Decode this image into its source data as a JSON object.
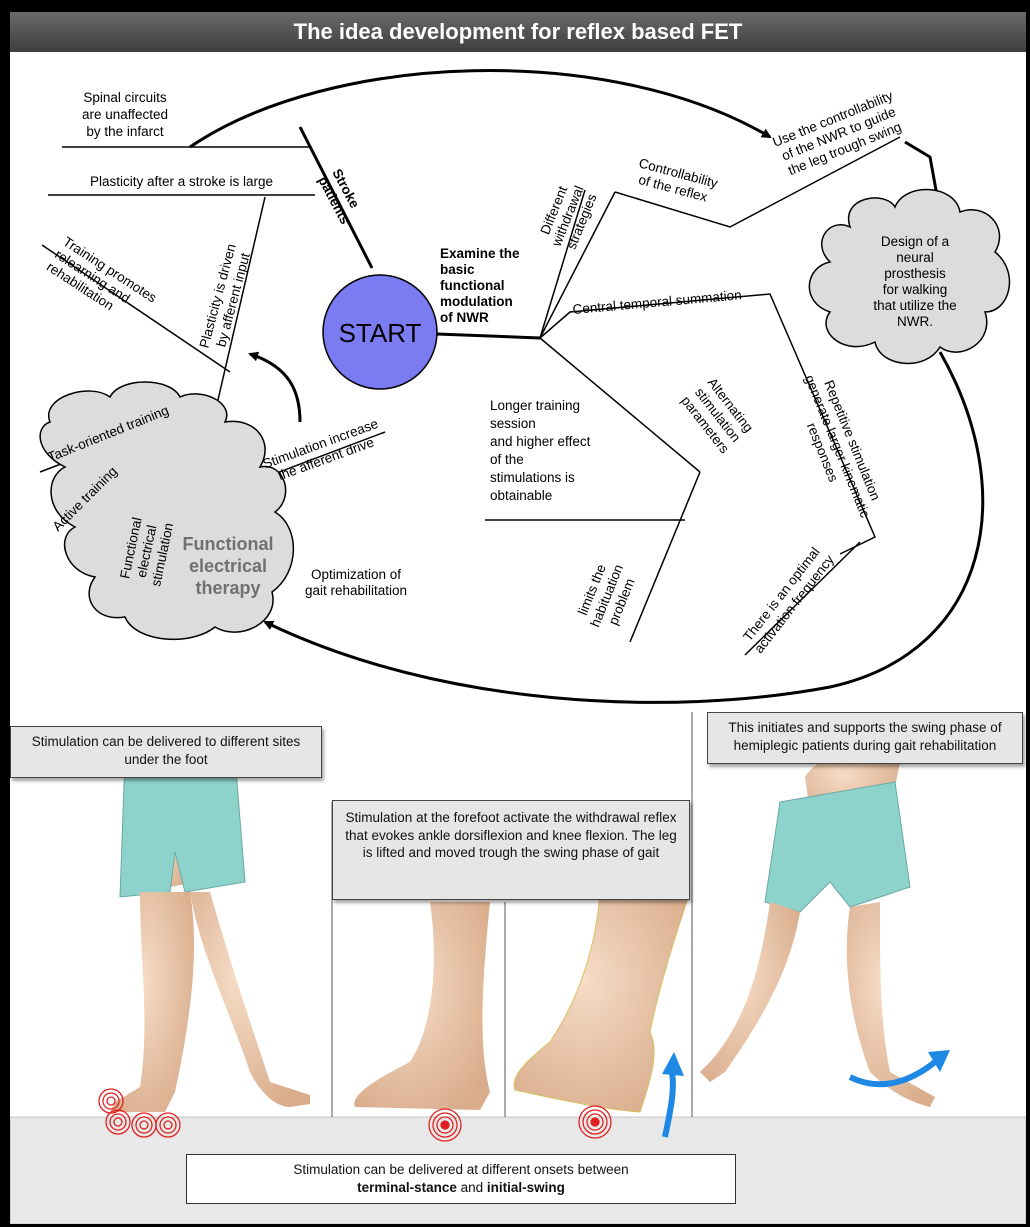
{
  "title": "The idea development for reflex based FET",
  "start": "START",
  "labels": {
    "spinal": [
      "Spinal circuits",
      "are unaffected",
      "by the infarct"
    ],
    "plasticity_large": "Plasticity after a stroke is large",
    "stroke": [
      "Stroke",
      "patients"
    ],
    "training": [
      "Training promotes",
      "relearning and",
      "rehabilitation"
    ],
    "plasticity_driven": [
      "Plasticity is driven",
      "by afferent input"
    ],
    "examine": [
      "Examine the",
      "basic",
      "functional",
      "modulation",
      "of NWR"
    ],
    "different": [
      "Different",
      "withdrawal",
      "strategies"
    ],
    "controllability": [
      "Controllability",
      "of the reflex"
    ],
    "use_ctrl": [
      "Use the controllability",
      "of the NWR to guide",
      "the leg trough swing"
    ],
    "design": [
      "Design of a",
      "neural",
      "prosthesis",
      "for walking",
      "that utilize the",
      "NWR."
    ],
    "central": "Central temporal summation",
    "repetitive": [
      "Repetitive stimulation",
      "generate larger kinematic",
      "responses"
    ],
    "optimal": [
      "There is an optimal",
      "activation frequency"
    ],
    "alternating": [
      "Alternating",
      "stimulation",
      "parameters"
    ],
    "longer": [
      "Longer training",
      "session",
      "and higher effect",
      "of the",
      "stimulations is",
      "obtainable"
    ],
    "habituation": [
      "limits the",
      "habituation",
      "problem"
    ],
    "stim_increase": [
      "Stimulation increase",
      "the afferent drive"
    ],
    "optimization": [
      "Optimization of",
      "gait rehabilitation"
    ],
    "task": "Task-oriented training",
    "active": "Active training",
    "fes": [
      "Functional",
      "electrical",
      "stimulation"
    ],
    "fet": [
      "Functional",
      "electrical",
      "therapy"
    ]
  },
  "callouts": {
    "left": "Stimulation can be delivered to different sites under the foot",
    "middle": "Stimulation at the forefoot activate the withdrawal reflex that evokes ankle dorsiflexion and knee flexion.  The leg is lifted and moved trough the swing phase of gait",
    "right": "This initiates and supports the swing phase of hemiplegic patients during gait rehabilitation"
  },
  "bottom": {
    "line1": "Stimulation can be delivered at different onsets between",
    "bold1": "terminal-stance",
    "and": " and ",
    "bold2": "initial-swing"
  },
  "colors": {
    "start_fill": "#7b7bf2",
    "cloud_fill": "#dcdcdc",
    "shorts": "#8ed2cc",
    "skin": "#f0ccb0",
    "arrow_blue": "#1e88e5",
    "target_red": "#e02020"
  }
}
